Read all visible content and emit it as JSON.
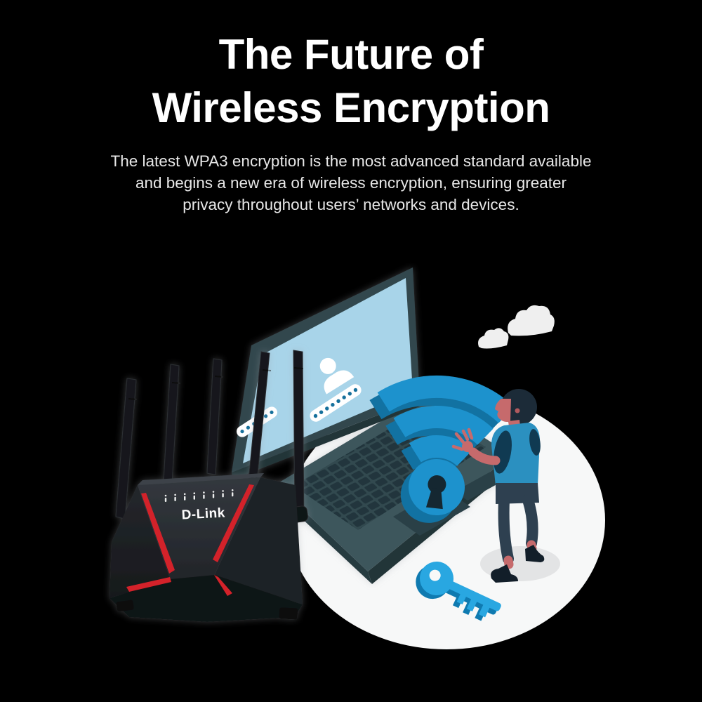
{
  "page": {
    "background": "#000000"
  },
  "heading": {
    "line1": "The Future of",
    "line2": "Wireless Encryption"
  },
  "subtitle": {
    "line1": "The latest WPA3 encryption is the most advanced standard available",
    "line2": "and begins a new era of wireless encryption, ensuring greater",
    "line3": "privacy throughout users’ networks and devices."
  },
  "illustration": {
    "router": {
      "brand": "D-Link",
      "led_count": 8,
      "antenna_count": 5
    },
    "laptop": {
      "login_password_dots_upper": 8,
      "login_password_dots_lower": 6
    },
    "clouds_count": 2,
    "colors": {
      "stage": "#f7f8f8",
      "shadow": "#e3e4e5",
      "screen": "#a8d4e9",
      "laptop_frame": "#30464d",
      "laptop_base": "#3d565c",
      "wifi_top": "#1d92cd",
      "wifi_side": "#1272a2",
      "keyhole": "#152731",
      "router_accent": "#d3222a",
      "router_logo": "#ffffff",
      "key": "#29a7e1",
      "key_dark": "#0f7ab0",
      "skin": "#c66a6c",
      "shirt": "#2b90c0",
      "sleeve": "#103a52",
      "pants": "#2e4050",
      "hair": "#1c2b38",
      "shoe": "#121e29",
      "cloud": "#efefef",
      "password_dot": "#156f9c"
    }
  }
}
